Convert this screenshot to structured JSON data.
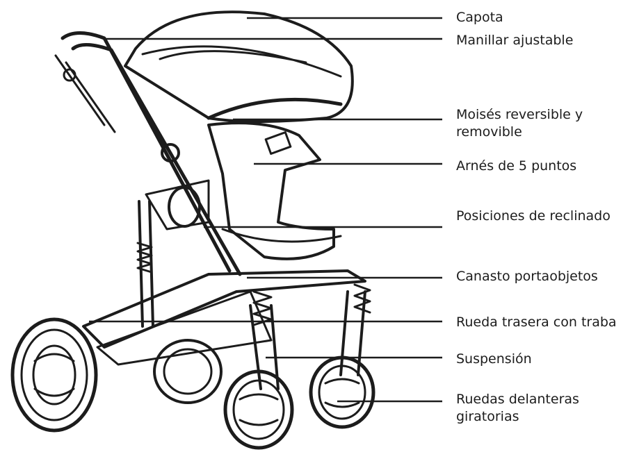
{
  "labels": {
    "capota": "Capota",
    "manillar": "Manillar ajustable",
    "moises_line1": "Moisés reversible y",
    "moises_line2": "removible",
    "arnes": "Arnés de 5 puntos",
    "posiciones": "Posiciones de reclinado",
    "canasto": "Canasto portaobjetos",
    "rueda_trasera": "Rueda trasera con traba",
    "suspension": "Suspensión",
    "ruedas_line1": "Ruedas delanteras",
    "ruedas_line2": "giratorias"
  },
  "colors": {
    "ink": "#1c1c1c",
    "background": "#ffffff"
  },
  "illustration": "stroller-line-drawing"
}
